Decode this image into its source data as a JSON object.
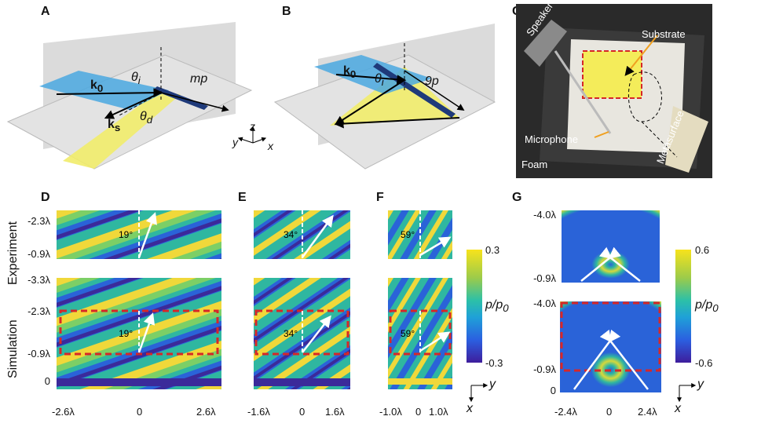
{
  "panels": {
    "A": "A",
    "B": "B",
    "C": "C",
    "D": "D",
    "E": "E",
    "F": "F",
    "G": "G"
  },
  "schematic_A": {
    "k0": "k",
    "k0_sub": "0",
    "ks": "k",
    "ks_sub": "s",
    "theta_i": "θ",
    "theta_i_sub": "i",
    "theta_d": "θ",
    "theta_d_sub": "d",
    "mp": "mp"
  },
  "schematic_B": {
    "k0": "k",
    "k0_sub": "0",
    "theta_i": "θ",
    "theta_i_sub": "i",
    "period": "9p"
  },
  "axes3d": {
    "z": "z",
    "y": "y",
    "x": "x"
  },
  "photo": {
    "speaker": "Speaker array",
    "substrate": "Substrate",
    "microphone": "Microphone",
    "metasurface": "Metasurface",
    "foam": "Foam"
  },
  "rows": {
    "experiment": "Experiment",
    "simulation": "Simulation"
  },
  "y_ticks_DEF": {
    "a": "-2.3λ",
    "b": "-0.9λ",
    "c": "-3.3λ",
    "d": "-2.3λ",
    "e": "-0.9λ",
    "f": "0"
  },
  "y_ticks_G": {
    "a": "-4.0λ",
    "b": "-0.9λ",
    "c": "-4.0λ",
    "d": "-0.9λ",
    "e": "0"
  },
  "x_ticks": {
    "D": [
      "-2.6λ",
      "0",
      "2.6λ"
    ],
    "E": [
      "-1.6λ",
      "0",
      "1.6λ"
    ],
    "F": [
      "-1.0λ",
      "0",
      "1.0λ"
    ],
    "G": [
      "-2.4λ",
      "0",
      "2.4λ"
    ]
  },
  "angles": {
    "D": "19°",
    "E": "34°",
    "F": "59°"
  },
  "colorbar1": {
    "max": "0.3",
    "min": "-0.3",
    "label": "p/p",
    "sub": "0"
  },
  "colorbar2": {
    "max": "0.6",
    "min": "-0.6",
    "label": "p/p",
    "sub": "0"
  },
  "axis_arrows": {
    "y": "y",
    "x": "x"
  },
  "colors": {
    "dash_red": "#d62728",
    "field_low": "#3b2a9a",
    "field_mid": "#2fb7a0",
    "field_high": "#f5e12a"
  }
}
